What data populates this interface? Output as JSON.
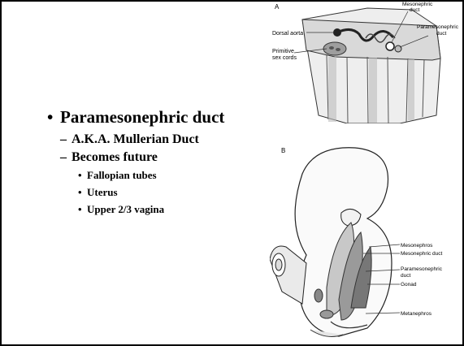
{
  "bullets": {
    "main": "Paramesonephric duct",
    "sub1": "A.K.A. Mullerian Duct",
    "sub2": "Becomes future",
    "items": [
      "Fallopian tubes",
      "Uterus",
      "Upper 2/3 vagina"
    ]
  },
  "figure_a": {
    "panel_label": "A",
    "labels": {
      "dorsal_aorta": "Dorsal aorta",
      "primitive": "Primitive",
      "sex_cords": "sex cords",
      "mesonephric_1": "Mesonephric",
      "mesonephric_2": "duct",
      "paramesonephric_1": "Paramesonephric",
      "paramesonephric_2": "duct"
    }
  },
  "figure_b": {
    "panel_label": "B",
    "labels": {
      "mesonephros": "Mesonephros",
      "mesonephric_duct": "Mesonephric duct",
      "paramesonephric_1": "Paramesonephric",
      "paramesonephric_2": "duct",
      "gonad": "Gonad",
      "metanephros": "Metanephros"
    }
  }
}
